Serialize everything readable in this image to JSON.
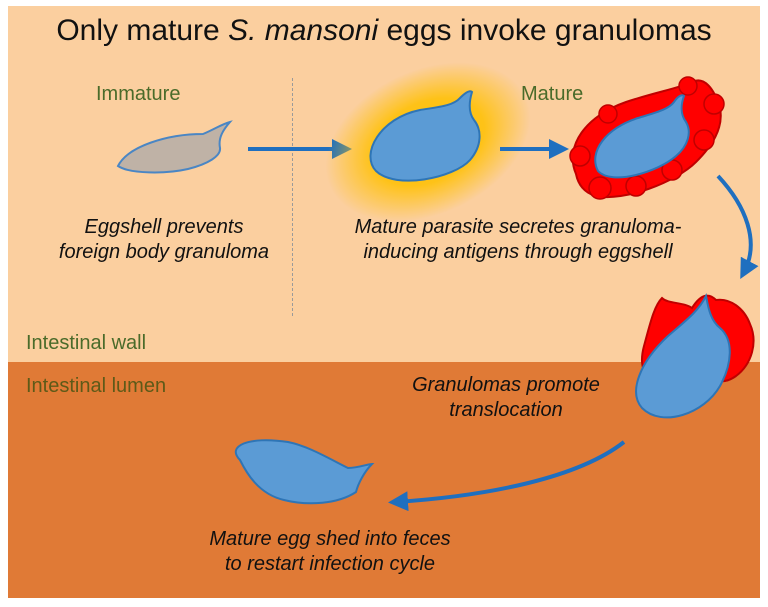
{
  "title": {
    "before": "Only mature ",
    "species": "S. mansoni",
    "after": " eggs invoke granulomas"
  },
  "stages": {
    "immature_label": "Immature",
    "mature_label": "Mature"
  },
  "zones": {
    "wall_label": "Intestinal wall",
    "lumen_label": "Intestinal lumen"
  },
  "captions": {
    "immature_line1": "Eggshell prevents",
    "immature_line2": "foreign body granuloma",
    "mature_line1": "Mature parasite secretes granuloma-",
    "mature_line2": "inducing antigens through eggshell",
    "translocation_line1": "Granulomas promote",
    "translocation_line2": "translocation",
    "shed_line1": "Mature egg shed into feces",
    "shed_line2": "to restart infection cycle"
  },
  "colors": {
    "wall_background": "#fbcf9f",
    "lumen_background": "#e07a36",
    "egg_blue": "#5b9bd5",
    "egg_outline": "#2e75b6",
    "immature_egg": "#bfb2a6",
    "granuloma_red": "#ff0000",
    "antigen_glow": "#ffc000",
    "arrow_blue": "#1f6fbf",
    "label_green": "#4a6b2a"
  }
}
